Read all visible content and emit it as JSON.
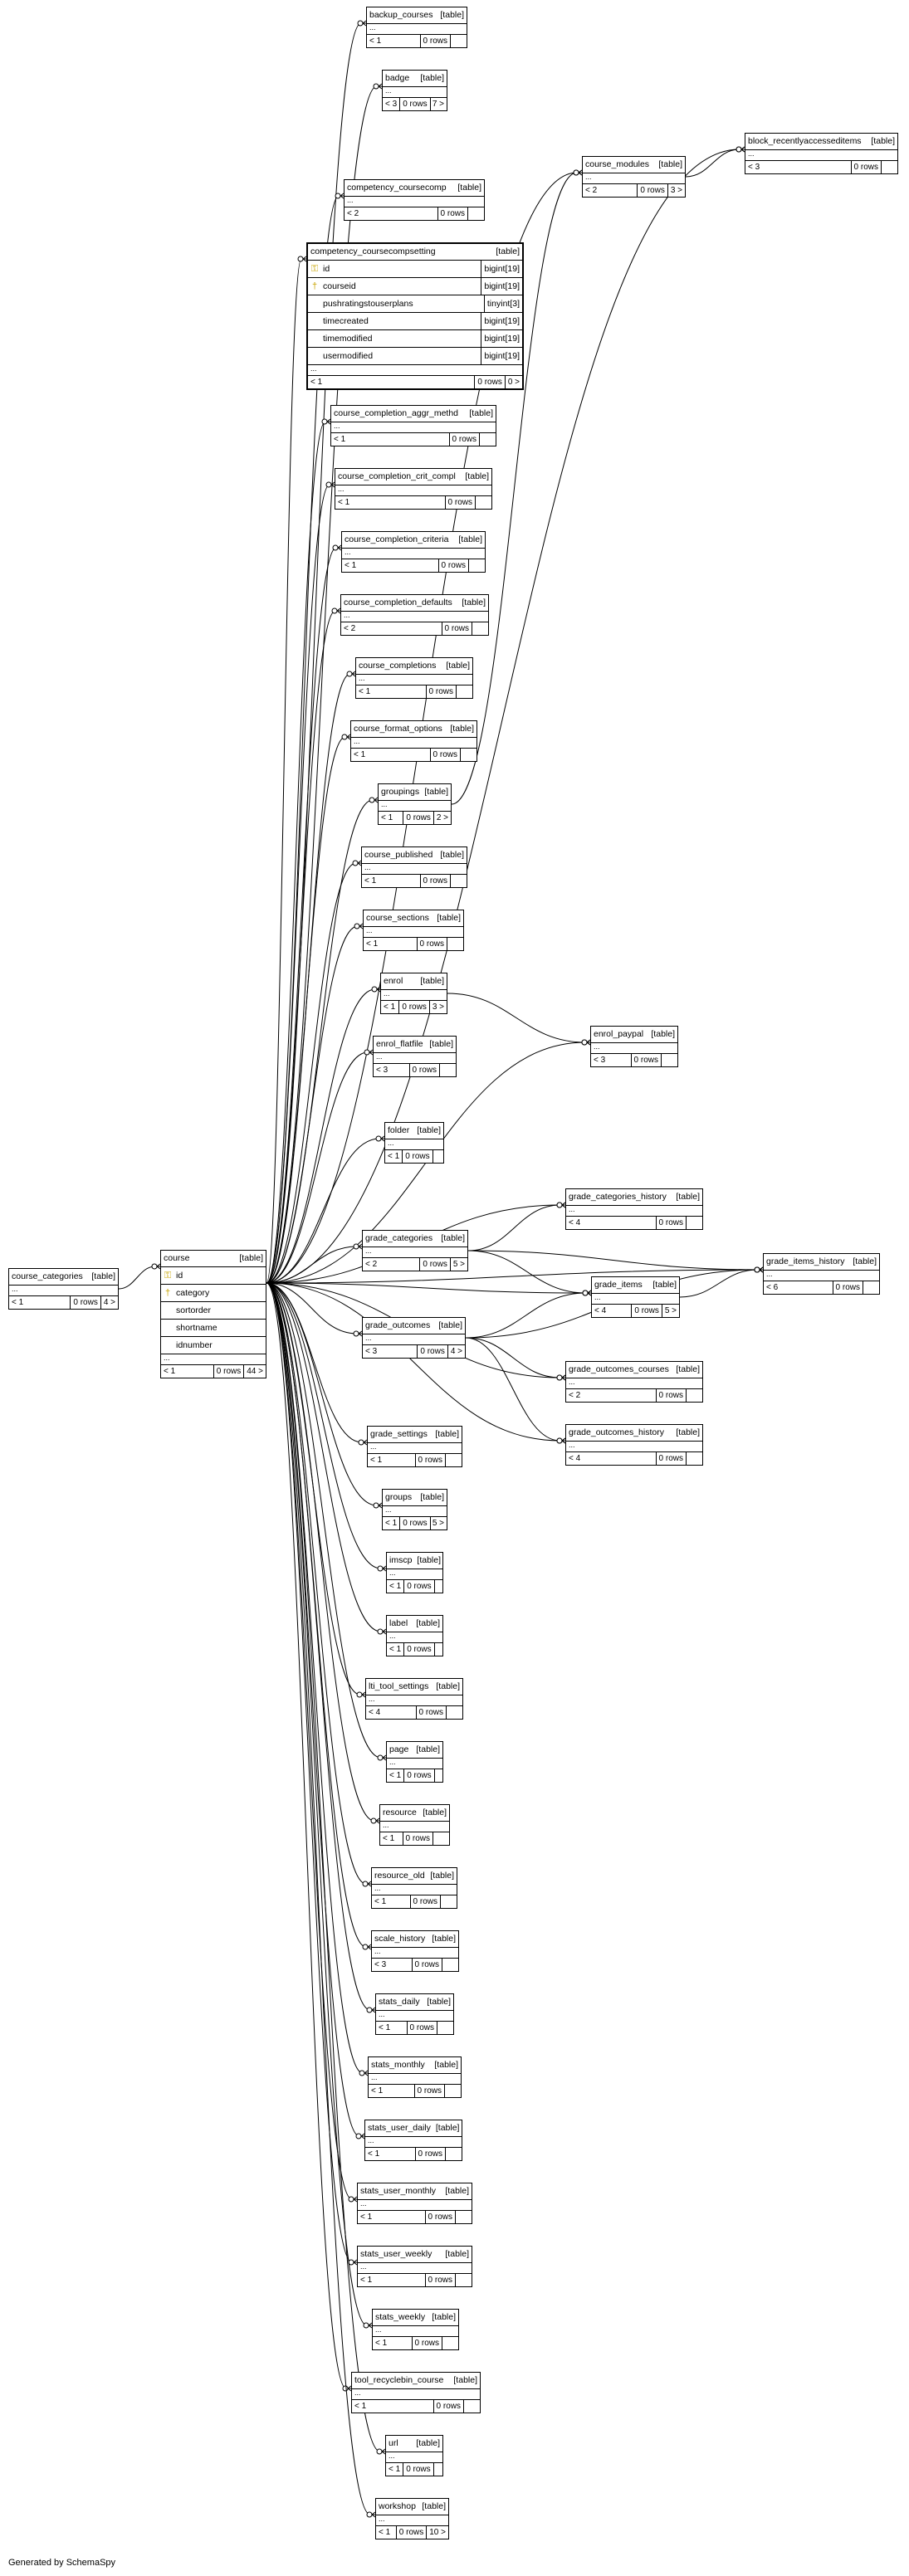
{
  "footer": "Generated by SchemaSpy",
  "tables": [
    {
      "id": "course_categories",
      "name": "course_categories",
      "tag": "[table]",
      "parents": "< 1",
      "rows": "0 rows",
      "children": "4 >"
    },
    {
      "id": "course",
      "name": "course",
      "tag": "[table]",
      "columns": [
        {
          "name": "id",
          "pk": true,
          "type": ""
        },
        {
          "name": "category",
          "fk": true,
          "type": ""
        },
        {
          "name": "sortorder",
          "type": ""
        },
        {
          "name": "shortname",
          "type": ""
        },
        {
          "name": "idnumber",
          "type": ""
        }
      ],
      "parents": "< 1",
      "rows": "0 rows",
      "children": "44 >"
    },
    {
      "id": "backup_courses",
      "name": "backup_courses",
      "tag": "[table]",
      "parents": "< 1",
      "rows": "0 rows",
      "children": ""
    },
    {
      "id": "badge",
      "name": "badge",
      "tag": "[table]",
      "parents": "< 3",
      "rows": "0 rows",
      "children": "7 >"
    },
    {
      "id": "block_recentlyaccesseditems",
      "name": "block_recentlyaccesseditems",
      "tag": "[table]",
      "parents": "< 3",
      "rows": "0 rows",
      "children": ""
    },
    {
      "id": "course_modules",
      "name": "course_modules",
      "tag": "[table]",
      "parents": "< 2",
      "rows": "0 rows",
      "children": "3 >"
    },
    {
      "id": "competency_coursecomp",
      "name": "competency_coursecomp",
      "tag": "[table]",
      "parents": "< 2",
      "rows": "0 rows",
      "children": ""
    },
    {
      "id": "competency_coursecompsetting",
      "name": "competency_coursecompsetting",
      "tag": "[table]",
      "columns": [
        {
          "name": "id",
          "pk": true,
          "type": "bigint[19]"
        },
        {
          "name": "courseid",
          "fk": true,
          "type": "bigint[19]"
        },
        {
          "name": "pushratingstouserplans",
          "type": "tinyint[3]"
        },
        {
          "name": "timecreated",
          "type": "bigint[19]"
        },
        {
          "name": "timemodified",
          "type": "bigint[19]"
        },
        {
          "name": "usermodified",
          "type": "bigint[19]"
        }
      ],
      "parents": "< 1",
      "rows": "0 rows",
      "children": "0 >"
    },
    {
      "id": "course_completion_aggr_methd",
      "name": "course_completion_aggr_methd",
      "tag": "[table]",
      "parents": "< 1",
      "rows": "0 rows",
      "children": ""
    },
    {
      "id": "course_completion_crit_compl",
      "name": "course_completion_crit_compl",
      "tag": "[table]",
      "parents": "< 1",
      "rows": "0 rows",
      "children": ""
    },
    {
      "id": "course_completion_criteria",
      "name": "course_completion_criteria",
      "tag": "[table]",
      "parents": "< 1",
      "rows": "0 rows",
      "children": ""
    },
    {
      "id": "course_completion_defaults",
      "name": "course_completion_defaults",
      "tag": "[table]",
      "parents": "< 2",
      "rows": "0 rows",
      "children": ""
    },
    {
      "id": "course_completions",
      "name": "course_completions",
      "tag": "[table]",
      "parents": "< 1",
      "rows": "0 rows",
      "children": ""
    },
    {
      "id": "course_format_options",
      "name": "course_format_options",
      "tag": "[table]",
      "parents": "< 1",
      "rows": "0 rows",
      "children": ""
    },
    {
      "id": "groupings",
      "name": "groupings",
      "tag": "[table]",
      "parents": "< 1",
      "rows": "0 rows",
      "children": "2 >"
    },
    {
      "id": "course_published",
      "name": "course_published",
      "tag": "[table]",
      "parents": "< 1",
      "rows": "0 rows",
      "children": ""
    },
    {
      "id": "course_sections",
      "name": "course_sections",
      "tag": "[table]",
      "parents": "< 1",
      "rows": "0 rows",
      "children": ""
    },
    {
      "id": "enrol",
      "name": "enrol",
      "tag": "[table]",
      "parents": "< 1",
      "rows": "0 rows",
      "children": "3 >"
    },
    {
      "id": "enrol_paypal",
      "name": "enrol_paypal",
      "tag": "[table]",
      "parents": "< 3",
      "rows": "0 rows",
      "children": ""
    },
    {
      "id": "enrol_flatfile",
      "name": "enrol_flatfile",
      "tag": "[table]",
      "parents": "< 3",
      "rows": "0 rows",
      "children": ""
    },
    {
      "id": "folder",
      "name": "folder",
      "tag": "[table]",
      "parents": "< 1",
      "rows": "0 rows",
      "children": ""
    },
    {
      "id": "grade_categories_history",
      "name": "grade_categories_history",
      "tag": "[table]",
      "parents": "< 4",
      "rows": "0 rows",
      "children": ""
    },
    {
      "id": "grade_categories",
      "name": "grade_categories",
      "tag": "[table]",
      "parents": "< 2",
      "rows": "0 rows",
      "children": "5 >"
    },
    {
      "id": "grade_items_history",
      "name": "grade_items_history",
      "tag": "[table]",
      "parents": "< 6",
      "rows": "0 rows",
      "children": ""
    },
    {
      "id": "grade_items",
      "name": "grade_items",
      "tag": "[table]",
      "parents": "< 4",
      "rows": "0 rows",
      "children": "5 >"
    },
    {
      "id": "grade_outcomes",
      "name": "grade_outcomes",
      "tag": "[table]",
      "parents": "< 3",
      "rows": "0 rows",
      "children": "4 >"
    },
    {
      "id": "grade_outcomes_courses",
      "name": "grade_outcomes_courses",
      "tag": "[table]",
      "parents": "< 2",
      "rows": "0 rows",
      "children": ""
    },
    {
      "id": "grade_outcomes_history",
      "name": "grade_outcomes_history",
      "tag": "[table]",
      "parents": "< 4",
      "rows": "0 rows",
      "children": ""
    },
    {
      "id": "grade_settings",
      "name": "grade_settings",
      "tag": "[table]",
      "parents": "< 1",
      "rows": "0 rows",
      "children": ""
    },
    {
      "id": "groups",
      "name": "groups",
      "tag": "[table]",
      "parents": "< 1",
      "rows": "0 rows",
      "children": "5 >"
    },
    {
      "id": "imscp",
      "name": "imscp",
      "tag": "[table]",
      "parents": "< 1",
      "rows": "0 rows",
      "children": ""
    },
    {
      "id": "label",
      "name": "label",
      "tag": "[table]",
      "parents": "< 1",
      "rows": "0 rows",
      "children": ""
    },
    {
      "id": "lti_tool_settings",
      "name": "lti_tool_settings",
      "tag": "[table]",
      "parents": "< 4",
      "rows": "0 rows",
      "children": ""
    },
    {
      "id": "page",
      "name": "page",
      "tag": "[table]",
      "parents": "< 1",
      "rows": "0 rows",
      "children": ""
    },
    {
      "id": "resource",
      "name": "resource",
      "tag": "[table]",
      "parents": "< 1",
      "rows": "0 rows",
      "children": ""
    },
    {
      "id": "resource_old",
      "name": "resource_old",
      "tag": "[table]",
      "parents": "< 1",
      "rows": "0 rows",
      "children": ""
    },
    {
      "id": "scale_history",
      "name": "scale_history",
      "tag": "[table]",
      "parents": "< 3",
      "rows": "0 rows",
      "children": ""
    },
    {
      "id": "stats_daily",
      "name": "stats_daily",
      "tag": "[table]",
      "parents": "< 1",
      "rows": "0 rows",
      "children": ""
    },
    {
      "id": "stats_monthly",
      "name": "stats_monthly",
      "tag": "[table]",
      "parents": "< 1",
      "rows": "0 rows",
      "children": ""
    },
    {
      "id": "stats_user_daily",
      "name": "stats_user_daily",
      "tag": "[table]",
      "parents": "< 1",
      "rows": "0 rows",
      "children": ""
    },
    {
      "id": "stats_user_monthly",
      "name": "stats_user_monthly",
      "tag": "[table]",
      "parents": "< 1",
      "rows": "0 rows",
      "children": ""
    },
    {
      "id": "stats_user_weekly",
      "name": "stats_user_weekly",
      "tag": "[table]",
      "parents": "< 1",
      "rows": "0 rows",
      "children": ""
    },
    {
      "id": "stats_weekly",
      "name": "stats_weekly",
      "tag": "[table]",
      "parents": "< 1",
      "rows": "0 rows",
      "children": ""
    },
    {
      "id": "tool_recyclebin_course",
      "name": "tool_recyclebin_course",
      "tag": "[table]",
      "parents": "< 1",
      "rows": "0 rows",
      "children": ""
    },
    {
      "id": "url",
      "name": "url",
      "tag": "[table]",
      "parents": "< 1",
      "rows": "0 rows",
      "children": ""
    },
    {
      "id": "workshop",
      "name": "workshop",
      "tag": "[table]",
      "parents": "< 1",
      "rows": "0 rows",
      "children": "10 >"
    }
  ],
  "relationships": [
    [
      "course_categories",
      "course"
    ],
    [
      "course",
      "backup_courses"
    ],
    [
      "course",
      "badge"
    ],
    [
      "course",
      "block_recentlyaccesseditems"
    ],
    [
      "course",
      "course_modules"
    ],
    [
      "course",
      "competency_coursecomp"
    ],
    [
      "course",
      "competency_coursecompsetting"
    ],
    [
      "course",
      "course_completion_aggr_methd"
    ],
    [
      "course",
      "course_completion_crit_compl"
    ],
    [
      "course",
      "course_completion_criteria"
    ],
    [
      "course",
      "course_completion_defaults"
    ],
    [
      "course",
      "course_completions"
    ],
    [
      "course",
      "course_format_options"
    ],
    [
      "course",
      "groupings"
    ],
    [
      "course",
      "course_published"
    ],
    [
      "course",
      "course_sections"
    ],
    [
      "course",
      "enrol"
    ],
    [
      "course",
      "enrol_paypal"
    ],
    [
      "course",
      "enrol_flatfile"
    ],
    [
      "course",
      "folder"
    ],
    [
      "course",
      "grade_categories_history"
    ],
    [
      "course",
      "grade_categories"
    ],
    [
      "course",
      "grade_items_history"
    ],
    [
      "course",
      "grade_items"
    ],
    [
      "course",
      "grade_outcomes"
    ],
    [
      "course",
      "grade_outcomes_courses"
    ],
    [
      "course",
      "grade_outcomes_history"
    ],
    [
      "course",
      "grade_settings"
    ],
    [
      "course",
      "groups"
    ],
    [
      "course",
      "imscp"
    ],
    [
      "course",
      "label"
    ],
    [
      "course",
      "lti_tool_settings"
    ],
    [
      "course",
      "page"
    ],
    [
      "course",
      "resource"
    ],
    [
      "course",
      "resource_old"
    ],
    [
      "course",
      "scale_history"
    ],
    [
      "course",
      "stats_daily"
    ],
    [
      "course",
      "stats_monthly"
    ],
    [
      "course",
      "stats_user_daily"
    ],
    [
      "course",
      "stats_user_monthly"
    ],
    [
      "course",
      "stats_user_weekly"
    ],
    [
      "course",
      "stats_weekly"
    ],
    [
      "course",
      "tool_recyclebin_course"
    ],
    [
      "course",
      "url"
    ],
    [
      "course",
      "workshop"
    ],
    [
      "course_modules",
      "block_recentlyaccesseditems"
    ],
    [
      "groupings",
      "course_modules"
    ],
    [
      "enrol",
      "enrol_paypal"
    ],
    [
      "grade_categories",
      "grade_categories_history"
    ],
    [
      "grade_categories",
      "grade_items"
    ],
    [
      "grade_categories",
      "grade_items_history"
    ],
    [
      "grade_items",
      "grade_items_history"
    ],
    [
      "grade_outcomes",
      "grade_items"
    ],
    [
      "grade_outcomes",
      "grade_items_history"
    ],
    [
      "grade_outcomes",
      "grade_outcomes_courses"
    ],
    [
      "grade_outcomes",
      "grade_outcomes_history"
    ]
  ]
}
